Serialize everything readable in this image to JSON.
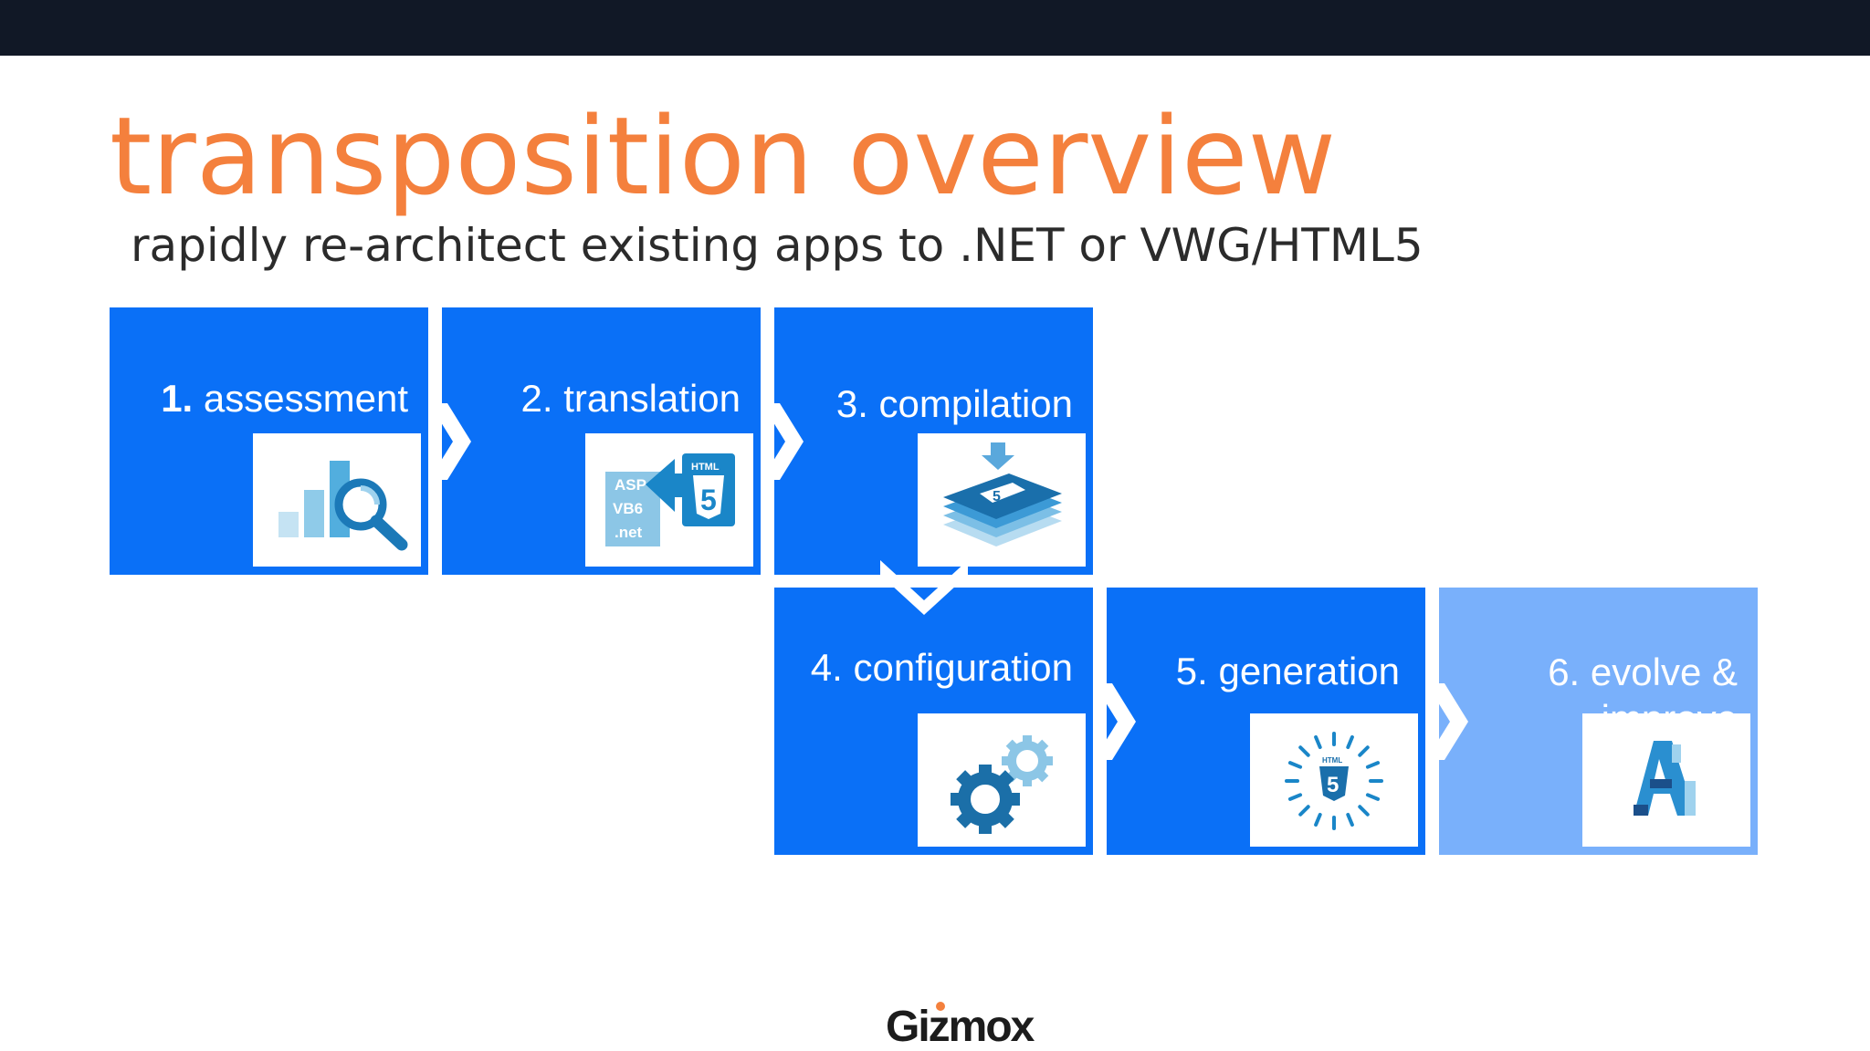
{
  "slide": {
    "title": "transposition overview",
    "subtitle": "rapidly re-architect existing apps to .NET or VWG/HTML5"
  },
  "steps": [
    {
      "number": "1.",
      "label": "assessment",
      "icon": "chart-magnifier-icon"
    },
    {
      "number": "2.",
      "label": "translation",
      "icon": "asp-vb6-net-to-html5-icon"
    },
    {
      "number": "3.",
      "label": "compilation",
      "icon": "html5-stack-download-icon"
    },
    {
      "number": "4.",
      "label": "configuration",
      "icon": "gears-icon"
    },
    {
      "number": "5.",
      "label": "generation",
      "icon": "html5-burst-icon"
    },
    {
      "number": "6.",
      "label": "evolve &\nimprove",
      "icon": "letter-a-icon"
    }
  ],
  "icon_text": {
    "translation_left": [
      "ASP",
      "VB6",
      ".net"
    ],
    "html_badge": "HTML"
  },
  "colors": {
    "title": "#f4803d",
    "step_blue": "#0a70f7",
    "step_light": "#79b0fb",
    "topbar": "#111826",
    "icon_blue": "#1a86c8"
  },
  "brand": {
    "logo": "Gizmox"
  }
}
